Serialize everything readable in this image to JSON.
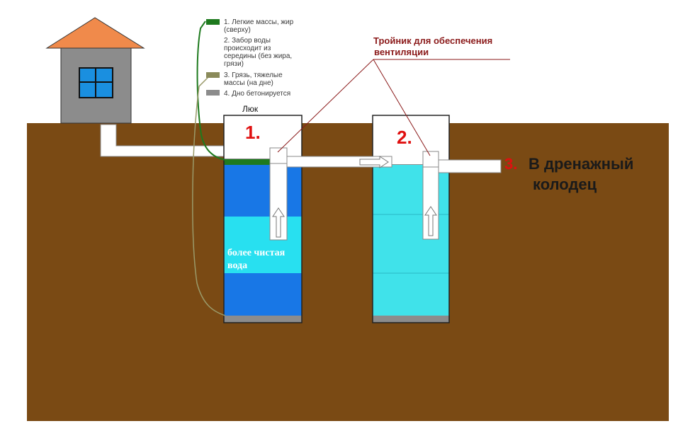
{
  "colors": {
    "ground": "#7a4a14",
    "sky": "#ffffff",
    "house_wall": "#8c8c8c",
    "roof": "#f08a4b",
    "window": "#1a8fe0",
    "water_dark": "#1877e6",
    "water_light": "#28e0f0",
    "water_well2": "#40e2ea",
    "scum": "#1e7a1e",
    "sludge_legend": "#8a8a5a",
    "concrete": "#8c8c8c",
    "pipe": "#ffffff",
    "tee_label": "#8b1a1a",
    "number": "#e01010"
  },
  "legend": {
    "item1": [
      "1. Легкие массы, жир",
      "(сверху)"
    ],
    "item2": [
      "2. Забор воды",
      "происходит из",
      "середины (без жира,",
      "грязи)"
    ],
    "item3": [
      "3. Грязь, тяжелые",
      "массы (на дне)"
    ],
    "item4": [
      "4. Дно бетонируется"
    ]
  },
  "labels": {
    "hatch": "Люк",
    "tee": [
      "Тройник для обеспечения",
      "вентиляции"
    ],
    "well1_number": "1.",
    "well2_number": "2.",
    "outlet_number": "3.",
    "outlet_text": [
      "В дренажный",
      "колодец"
    ],
    "cleaner_water": [
      "более чистая",
      "вода"
    ]
  },
  "icons": {
    "flow_arrow_horizontal": "right-arrow-icon",
    "flow_arrow_up": "up-arrow-icon"
  }
}
